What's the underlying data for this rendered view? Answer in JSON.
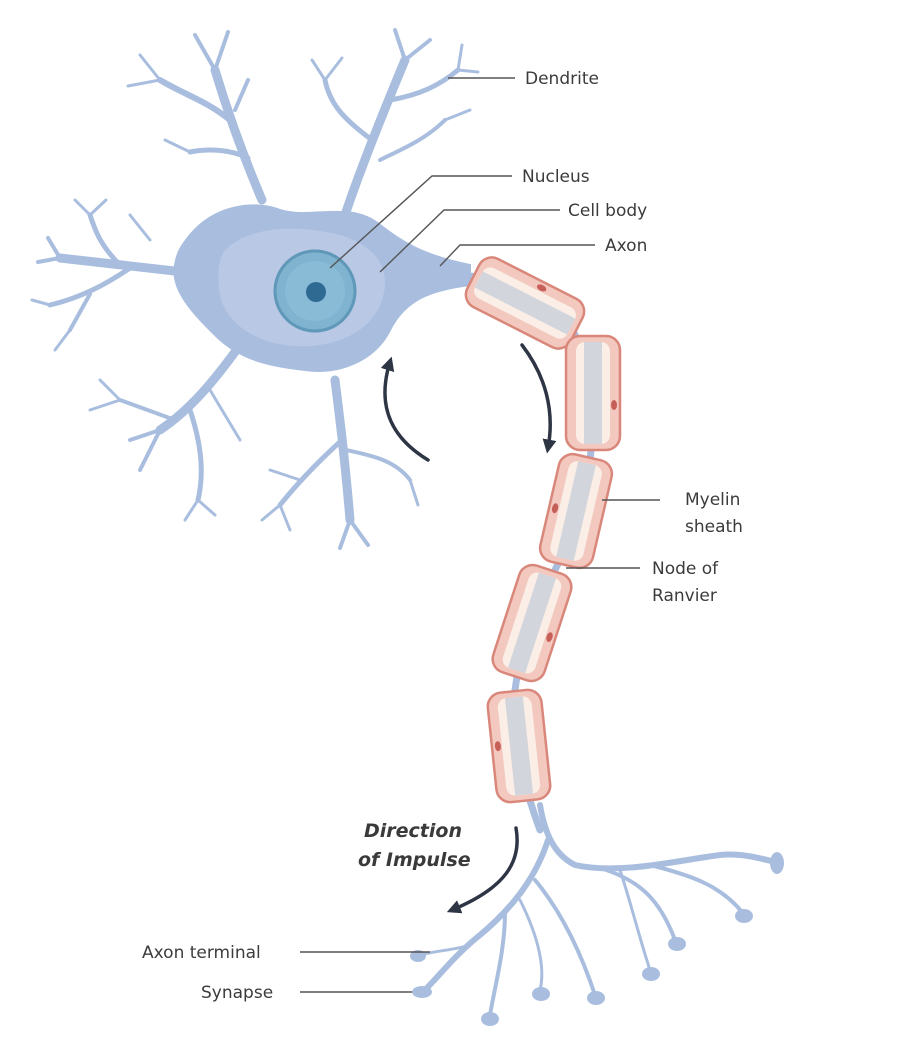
{
  "labels": {
    "dendrite": "Dendrite",
    "nucleus": "Nucleus",
    "cell_body": "Cell body",
    "axon": "Axon",
    "myelin_1": "Myelin",
    "myelin_2": "sheath",
    "node_1": "Node of",
    "node_2": "Ranvier",
    "direction_1": "Direction",
    "direction_2": "of Impulse",
    "axon_terminal": "Axon terminal",
    "synapse": "Synapse"
  },
  "colors": {
    "neuron_fill": "#a9bedf",
    "neuron_stroke": "#8aa4cd",
    "soma_inner": "#bccbe6",
    "nucleus_outer": "#7fb3cf",
    "nucleus_ring": "#5f98b8",
    "nucleolus": "#2f6a92",
    "myelin_outer": "#f3c8bf",
    "myelin_stroke": "#d9877a",
    "myelin_inner": "#faeee6",
    "axon_core": "#d2d6dc",
    "arrow": "#2e3545"
  }
}
